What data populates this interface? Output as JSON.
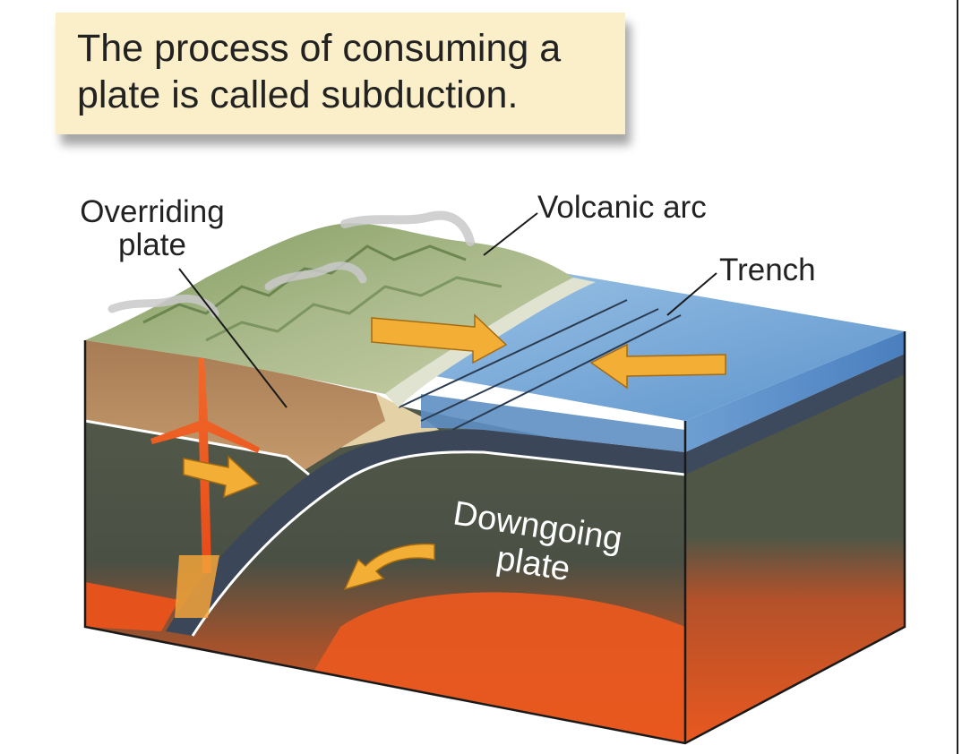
{
  "caption": {
    "line1": "The process of consuming a",
    "line2": "plate is called subduction."
  },
  "labels": {
    "overriding_line1": "Overriding",
    "overriding_line2": "plate",
    "volcanic_arc": "Volcanic arc",
    "trench": "Trench",
    "downgoing_line1": "Downgoing",
    "downgoing_line2": "plate"
  },
  "colors": {
    "caption_bg": "#fbefc9",
    "arrow": "#f3ae35",
    "ocean": "#6ea3d6",
    "mantle_hot": "#e8561e",
    "mantle_cool": "#4f5646",
    "crust": "#b78a5e",
    "land": "#8fa866"
  }
}
